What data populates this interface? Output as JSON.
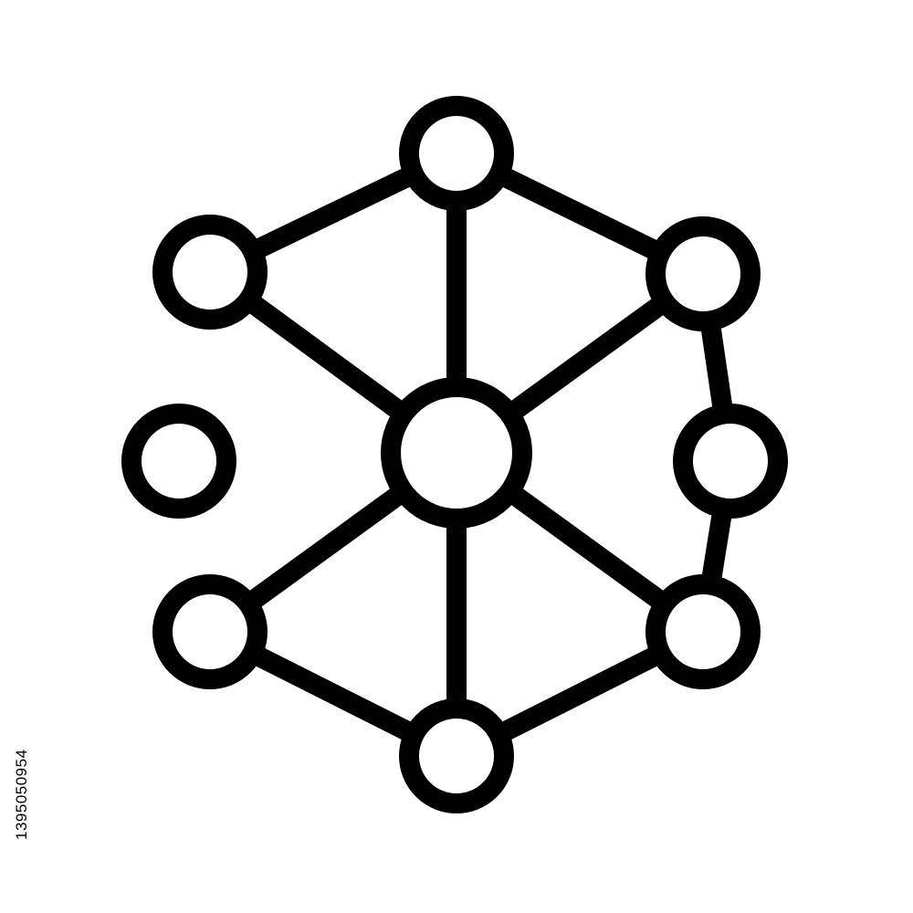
{
  "diagram": {
    "icon": "network-nodes-icon",
    "colors": {
      "stroke": "#000000",
      "fill": "#ffffff",
      "background": "#ffffff"
    },
    "nodes": [
      {
        "id": "top",
        "role": "outer"
      },
      {
        "id": "upper-left",
        "role": "outer"
      },
      {
        "id": "upper-right",
        "role": "outer"
      },
      {
        "id": "center",
        "role": "hub"
      },
      {
        "id": "isolated-left",
        "role": "isolated"
      },
      {
        "id": "right",
        "role": "outer"
      },
      {
        "id": "lower-left",
        "role": "outer"
      },
      {
        "id": "lower-right",
        "role": "outer"
      },
      {
        "id": "bottom",
        "role": "outer"
      }
    ],
    "edges": [
      {
        "from": "center",
        "to": "top"
      },
      {
        "from": "center",
        "to": "upper-left"
      },
      {
        "from": "center",
        "to": "upper-right"
      },
      {
        "from": "center",
        "to": "lower-left"
      },
      {
        "from": "center",
        "to": "lower-right"
      },
      {
        "from": "center",
        "to": "bottom"
      },
      {
        "from": "top",
        "to": "upper-left"
      },
      {
        "from": "top",
        "to": "upper-right"
      },
      {
        "from": "upper-right",
        "to": "right"
      },
      {
        "from": "right",
        "to": "lower-right"
      },
      {
        "from": "lower-left",
        "to": "bottom"
      },
      {
        "from": "bottom",
        "to": "lower-right"
      }
    ]
  },
  "watermark": {
    "stock_id": "1395050954"
  }
}
